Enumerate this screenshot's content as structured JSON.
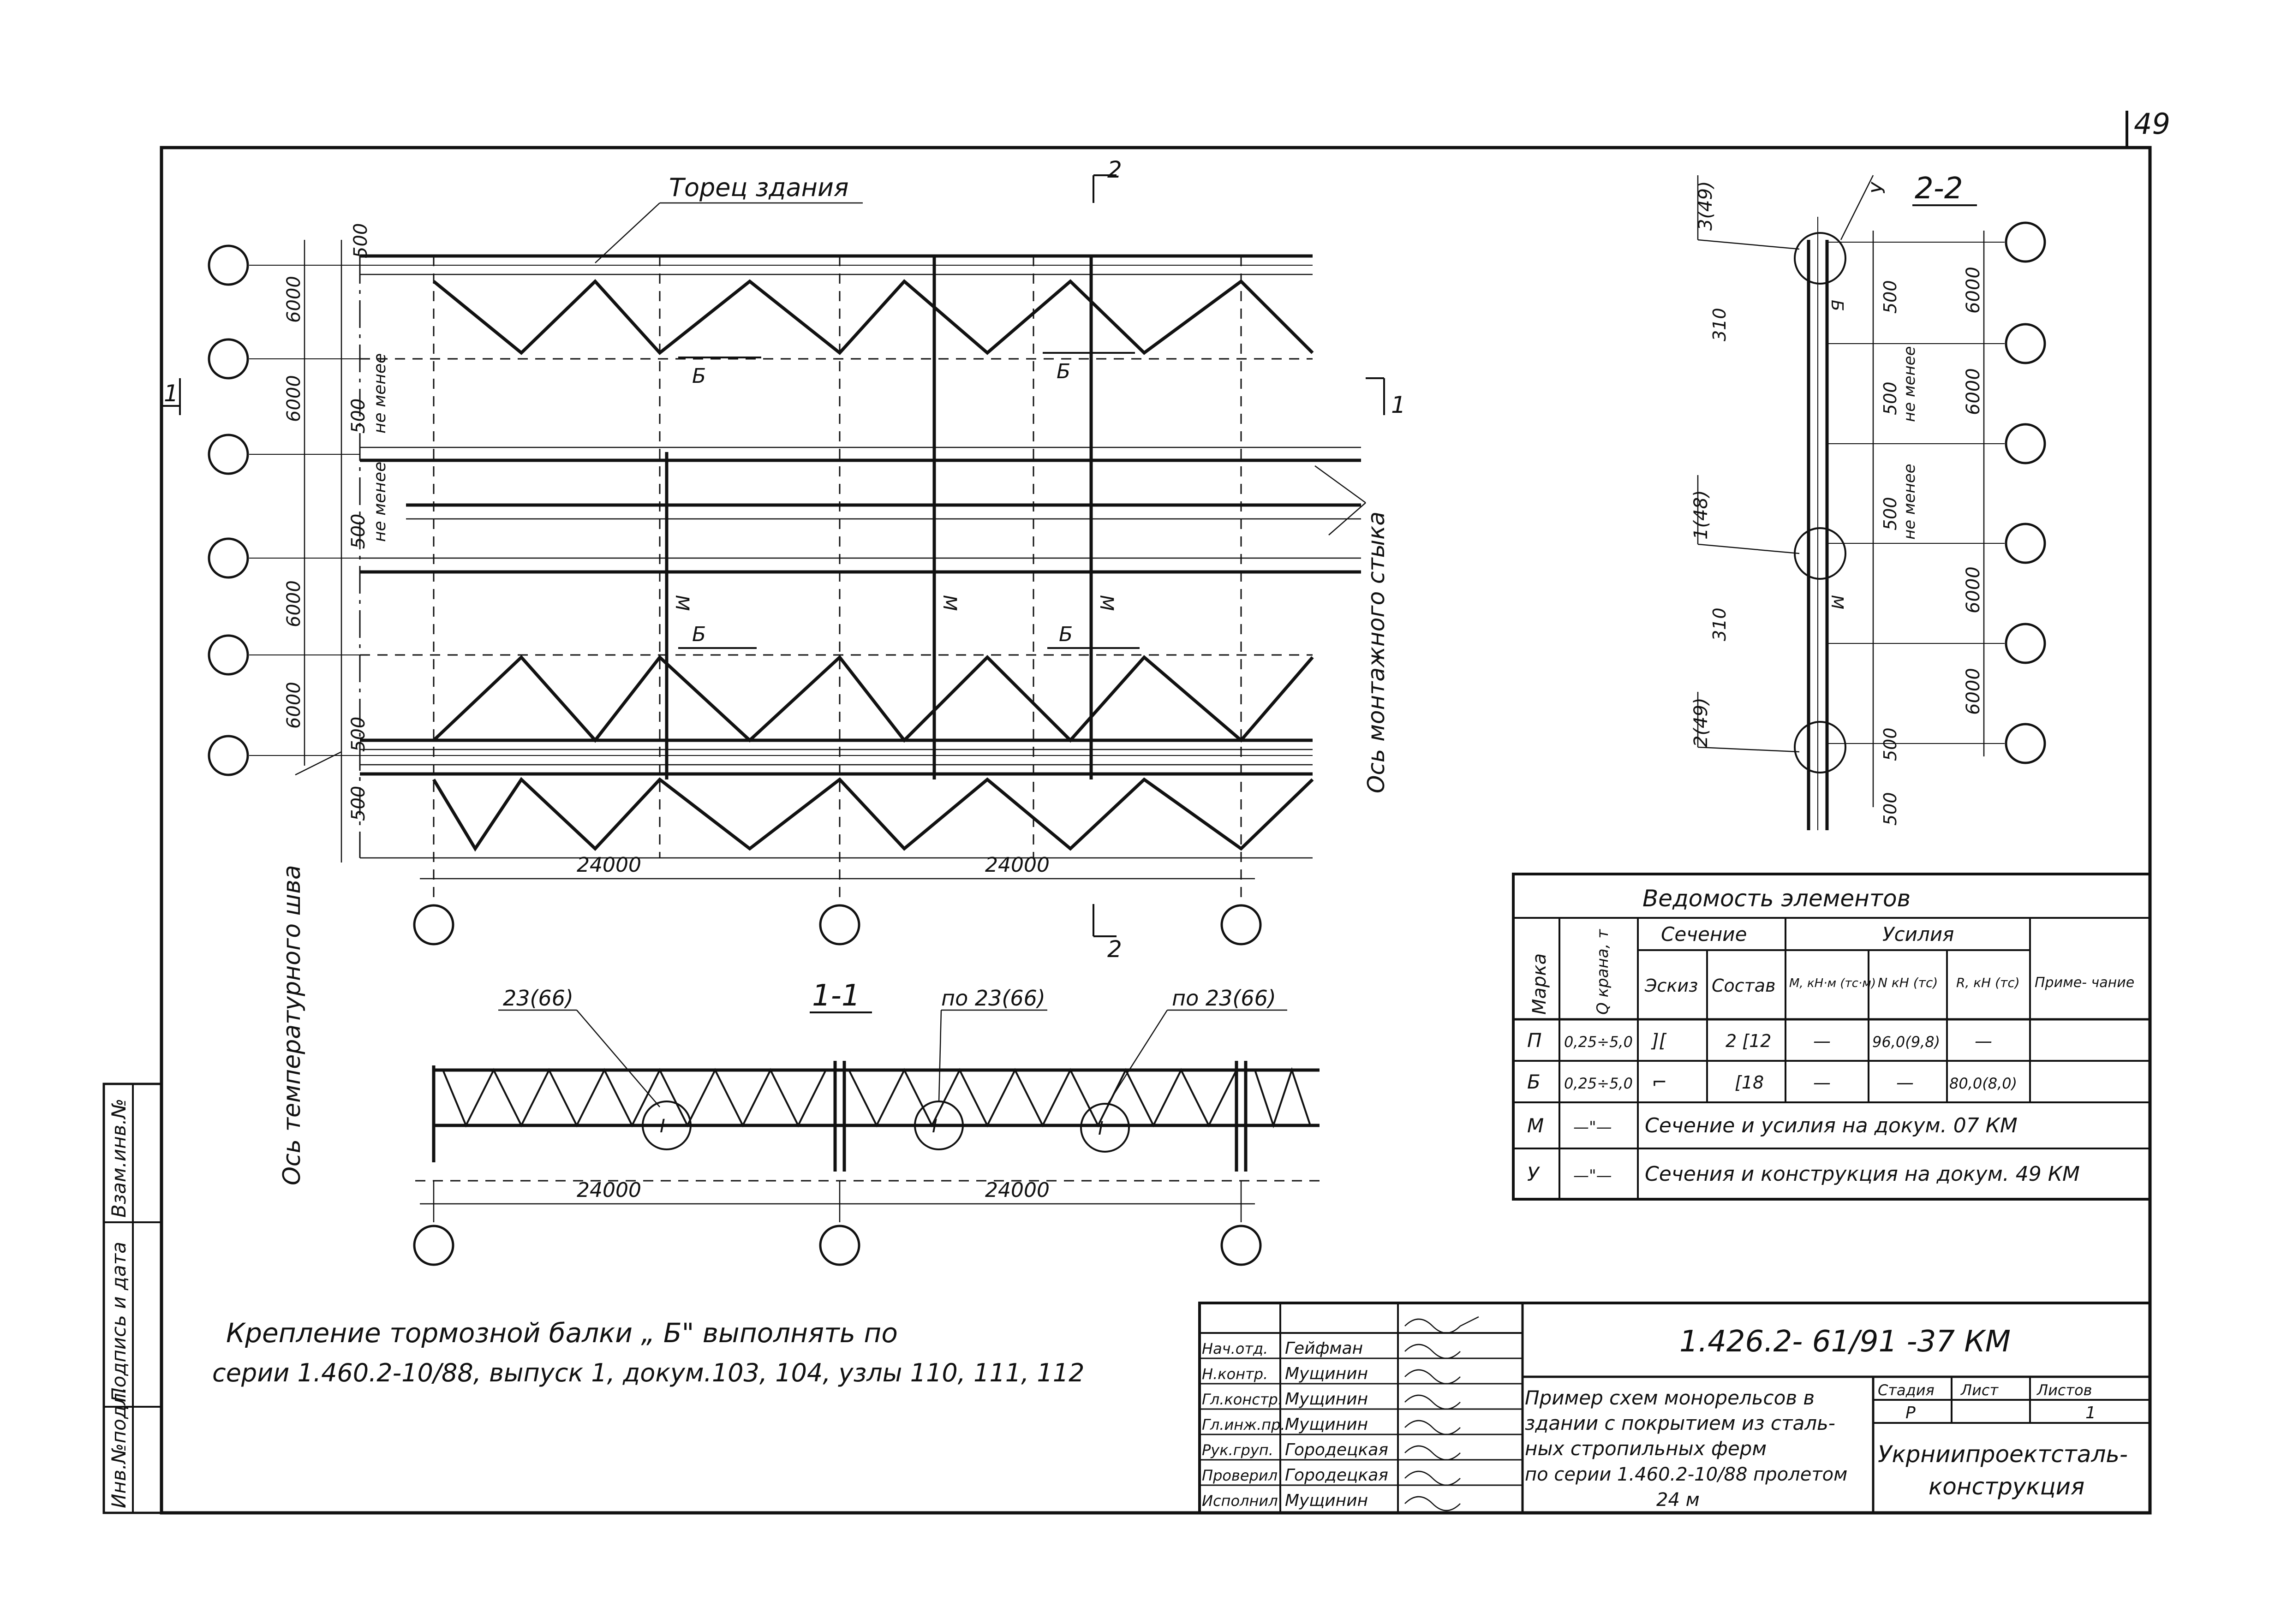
{
  "sheet_number": "49",
  "plan": {
    "building_end_label": "Торец здания",
    "expansion_joint_axis_label": "Ось температурного шва",
    "erection_joint_axis_label": "Ось монтажного стыка",
    "dim_500": "500",
    "dim_6000": "6000",
    "dim_24000": "24000",
    "not_less": "не менее",
    "beam_mark": "Б",
    "monorail_mark": "М",
    "section_1": "1",
    "section_2": "2"
  },
  "section_1_1": {
    "title": "1-1",
    "callout_1": "23(66)",
    "callout_2": "по 23(66)",
    "callout_3": "по 23(66)",
    "dim_24000": "24000"
  },
  "section_2_2": {
    "title": "2-2",
    "node_3": "3(49)",
    "node_1": "1(48)",
    "node_2": "2(49)",
    "node_U": "У",
    "dim_310": "310",
    "dim_500": "500",
    "dim_6000": "6000",
    "not_less": "не менее",
    "mark_M": "М",
    "mark_B": "Б"
  },
  "schedule": {
    "title": "Ведомость элементов",
    "headers": {
      "mark": "Марка",
      "q_crane": "Q крана, т",
      "section": "Сечение",
      "sketch": "Эскиз",
      "composition": "Состав",
      "forces": "Усилия",
      "m": "M, кН·м (тс·м)",
      "n": "N кН (тс)",
      "r": "R, кН (тс)",
      "note": "Приме- чание"
    },
    "rows": [
      {
        "mark": "П",
        "q": "0,25÷5,0",
        "sketch": "][",
        "comp": "2 [12",
        "m": "—",
        "n": "96,0(9,8)",
        "r": "—",
        "note": ""
      },
      {
        "mark": "Б",
        "q": "0,25÷5,0",
        "sketch": "⌐",
        "comp": "[18",
        "m": "—",
        "n": "—",
        "r": "80,0(8,0)",
        "note": ""
      },
      {
        "mark": "М",
        "q": "—\"—",
        "text": "Сечение и усилия на докум. 07 КМ"
      },
      {
        "mark": "У",
        "q": "—\"—",
        "text": "Сечения и конструкция на докум. 49 КМ"
      }
    ]
  },
  "note": {
    "line1": "Крепление тормозной балки „ Б\" выполнять по",
    "line2": "серии 1.460.2-10/88, выпуск 1, докум.103, 104, узлы 110, 111, 112"
  },
  "stamp": {
    "doc_code": "1.426.2- 61/91 -37 КМ",
    "roles": [
      {
        "role": "Нач.отд.",
        "name": "Гейфман"
      },
      {
        "role": "Н.контр.",
        "name": "Мущинин"
      },
      {
        "role": "Гл.констр.",
        "name": "Мущинин"
      },
      {
        "role": "Гл.инж.пр.",
        "name": "Мущинин"
      },
      {
        "role": "Рук.груп.",
        "name": "Городецкая"
      },
      {
        "role": "Проверил",
        "name": "Городецкая"
      },
      {
        "role": "Исполнил",
        "name": "Мущинин"
      }
    ],
    "title_lines": [
      "Пример схем монорельсов в",
      "здании с покрытием из сталь-",
      "ных стропильных ферм",
      "по серии 1.460.2-10/88 пролетом",
      "24 м"
    ],
    "stage_label": "Стадия",
    "sheet_label": "Лист",
    "sheets_label": "Листов",
    "stage": "Р",
    "sheets": "1",
    "org_line1": "Укрниипроектсталь-",
    "org_line2": "конструкция"
  },
  "side_stamp": {
    "inv_orig": "Инв.№подл.",
    "sign_date": "Подпись и дата",
    "replace_inv": "Взам.инв.№"
  }
}
